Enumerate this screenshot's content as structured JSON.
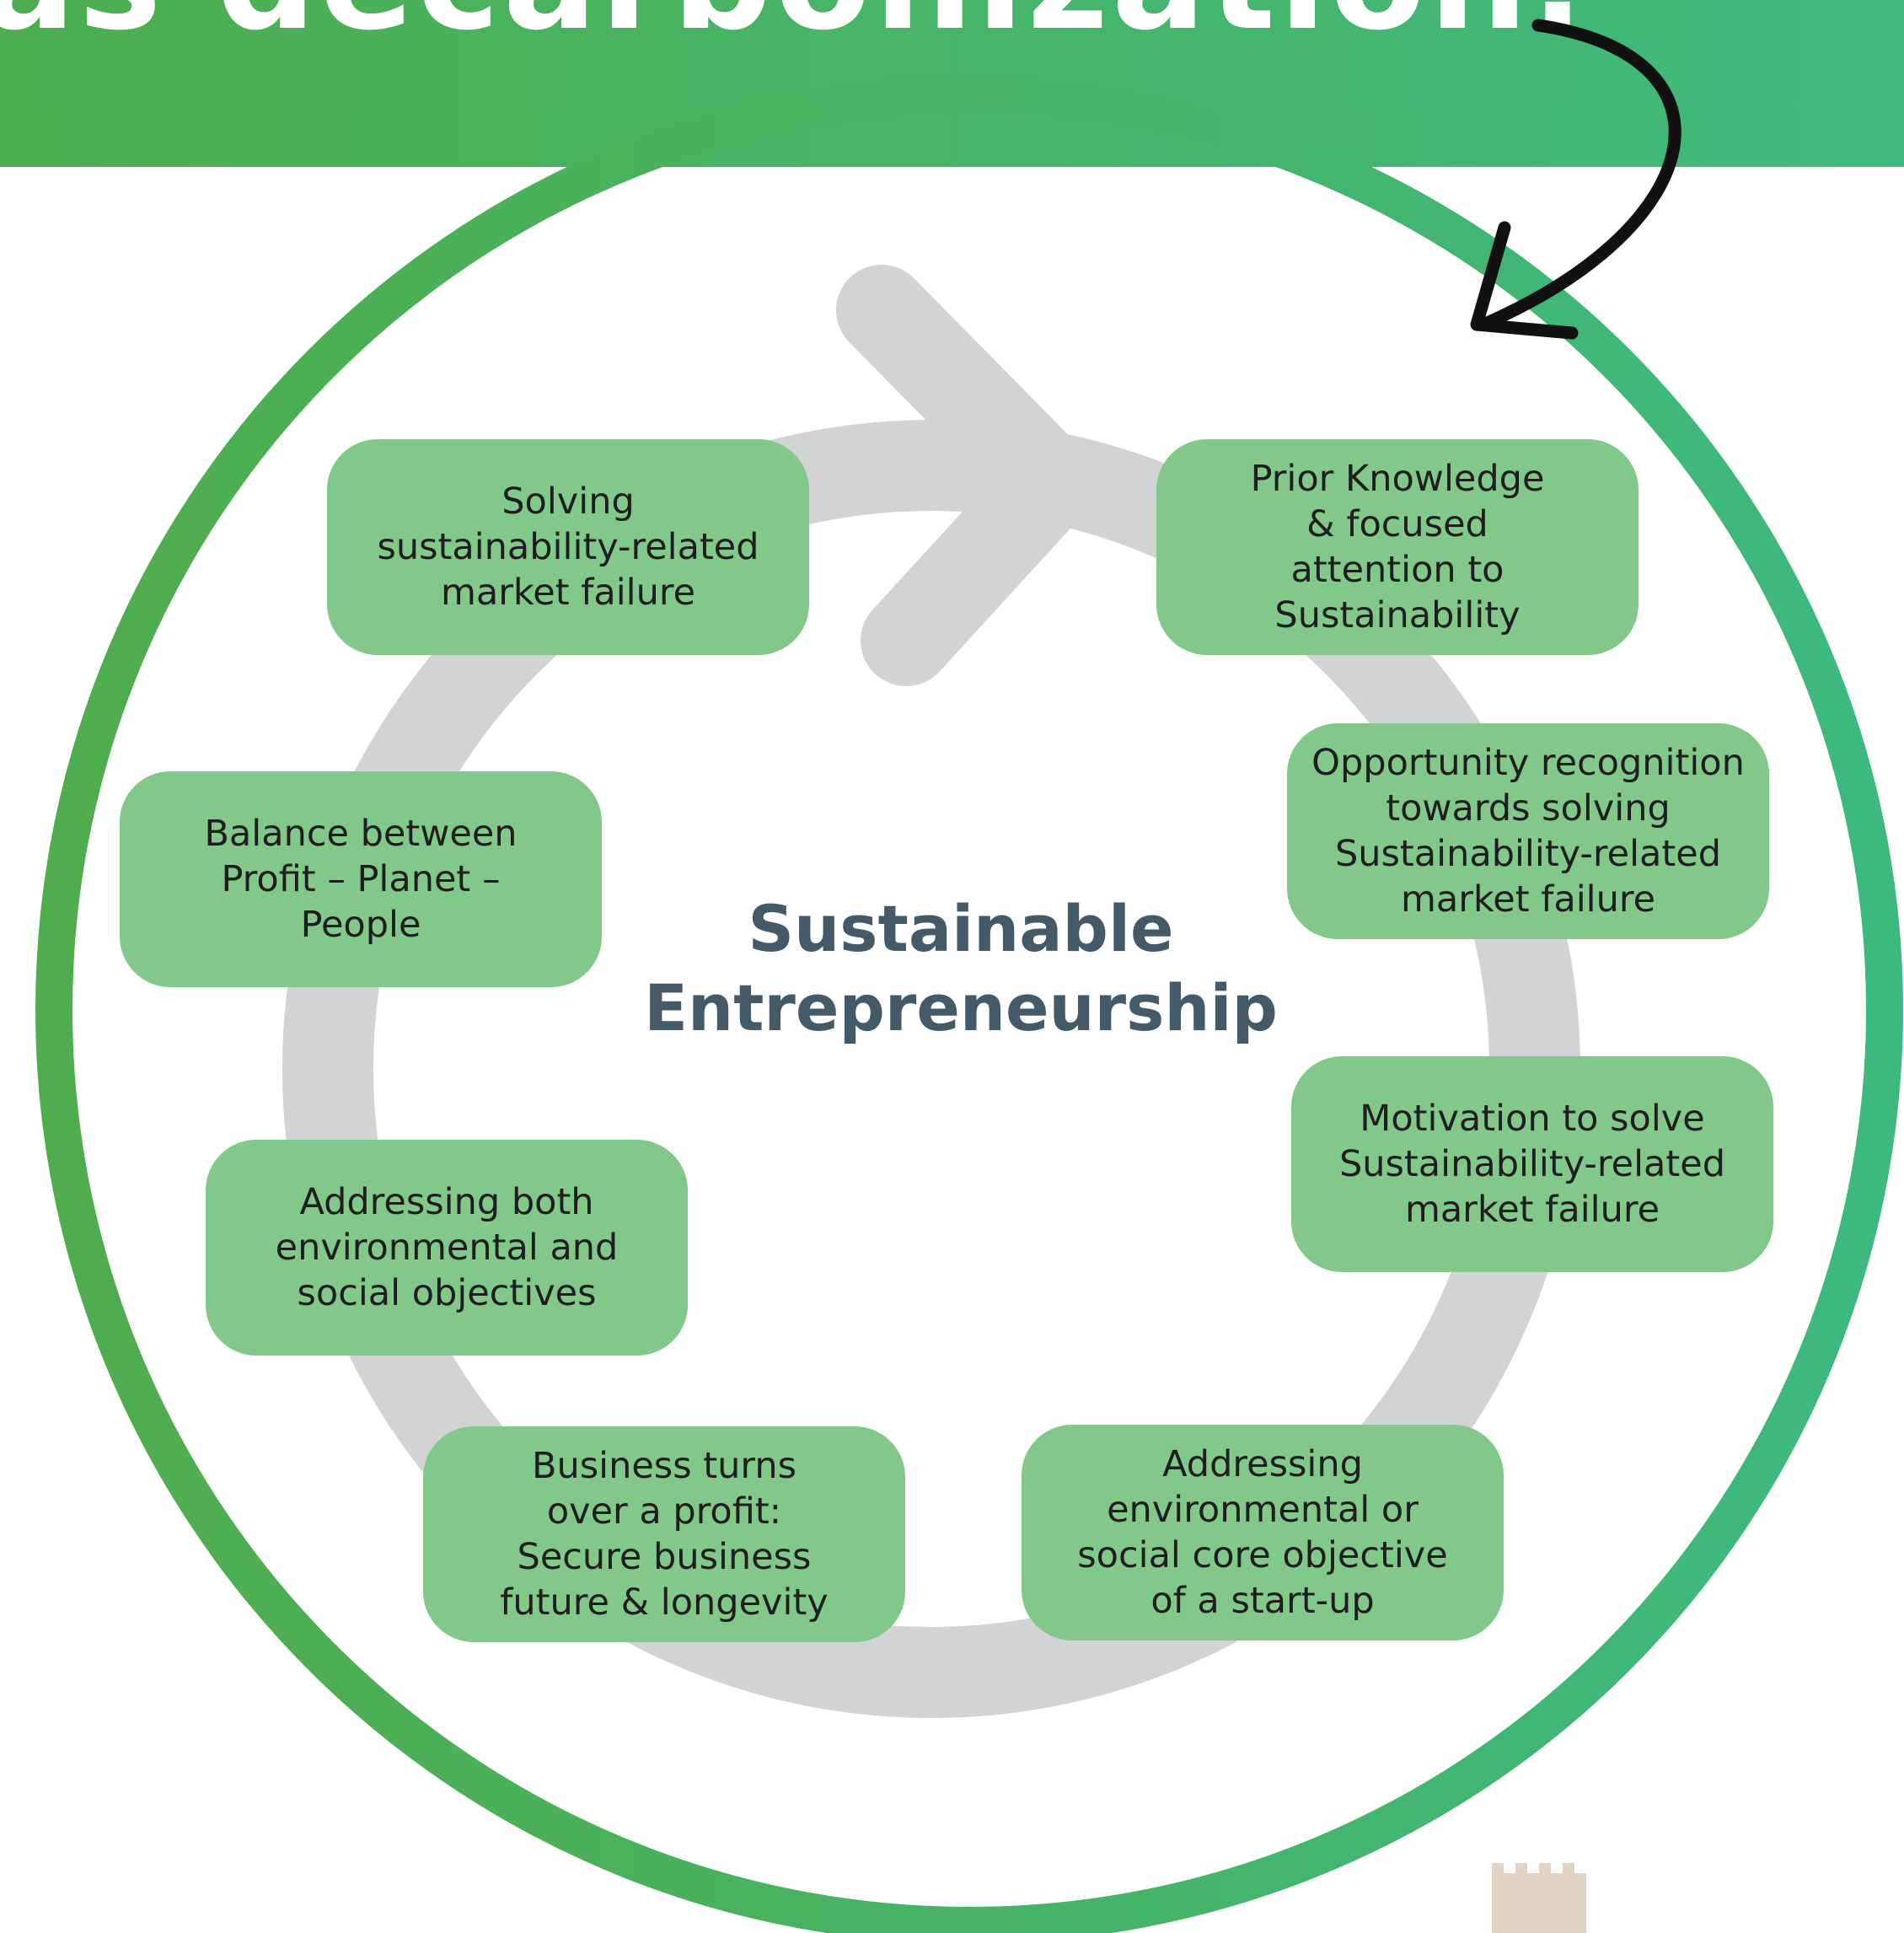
{
  "banner": {
    "text": "as decarbonization."
  },
  "center_title": "Sustainable\nEntrepreneurship",
  "steps": [
    {
      "label": "Prior Knowledge\n& focused\nattention to\nSustainability"
    },
    {
      "label": "Opportunity recognition\ntowards solving\nSustainability-related\nmarket failure"
    },
    {
      "label": "Motivation to solve\nSustainability-related\nmarket failure"
    },
    {
      "label": "Addressing\nenvironmental or\nsocial core objective\nof a start-up"
    },
    {
      "label": "Business turns\nover a profit:\nSecure business\nfuture & longevity"
    },
    {
      "label": "Addressing both\nenvironmental and\nsocial objectives"
    },
    {
      "label": "Balance between\nProfit – Planet –\nPeople"
    },
    {
      "label": "Solving\nsustainability-related\nmarket failure"
    }
  ],
  "colors": {
    "banner": "#46b56b",
    "outer_ring": "#4fad50",
    "cycle_ring": "#d2d3d5",
    "step_fill": "#82c88a",
    "title_text": "#455a68",
    "hand_arrow": "#111111"
  },
  "icons": {
    "cycle_arrow": "cycle-arrow-icon",
    "hand_drawn_arrow": "curved-arrow-icon"
  }
}
